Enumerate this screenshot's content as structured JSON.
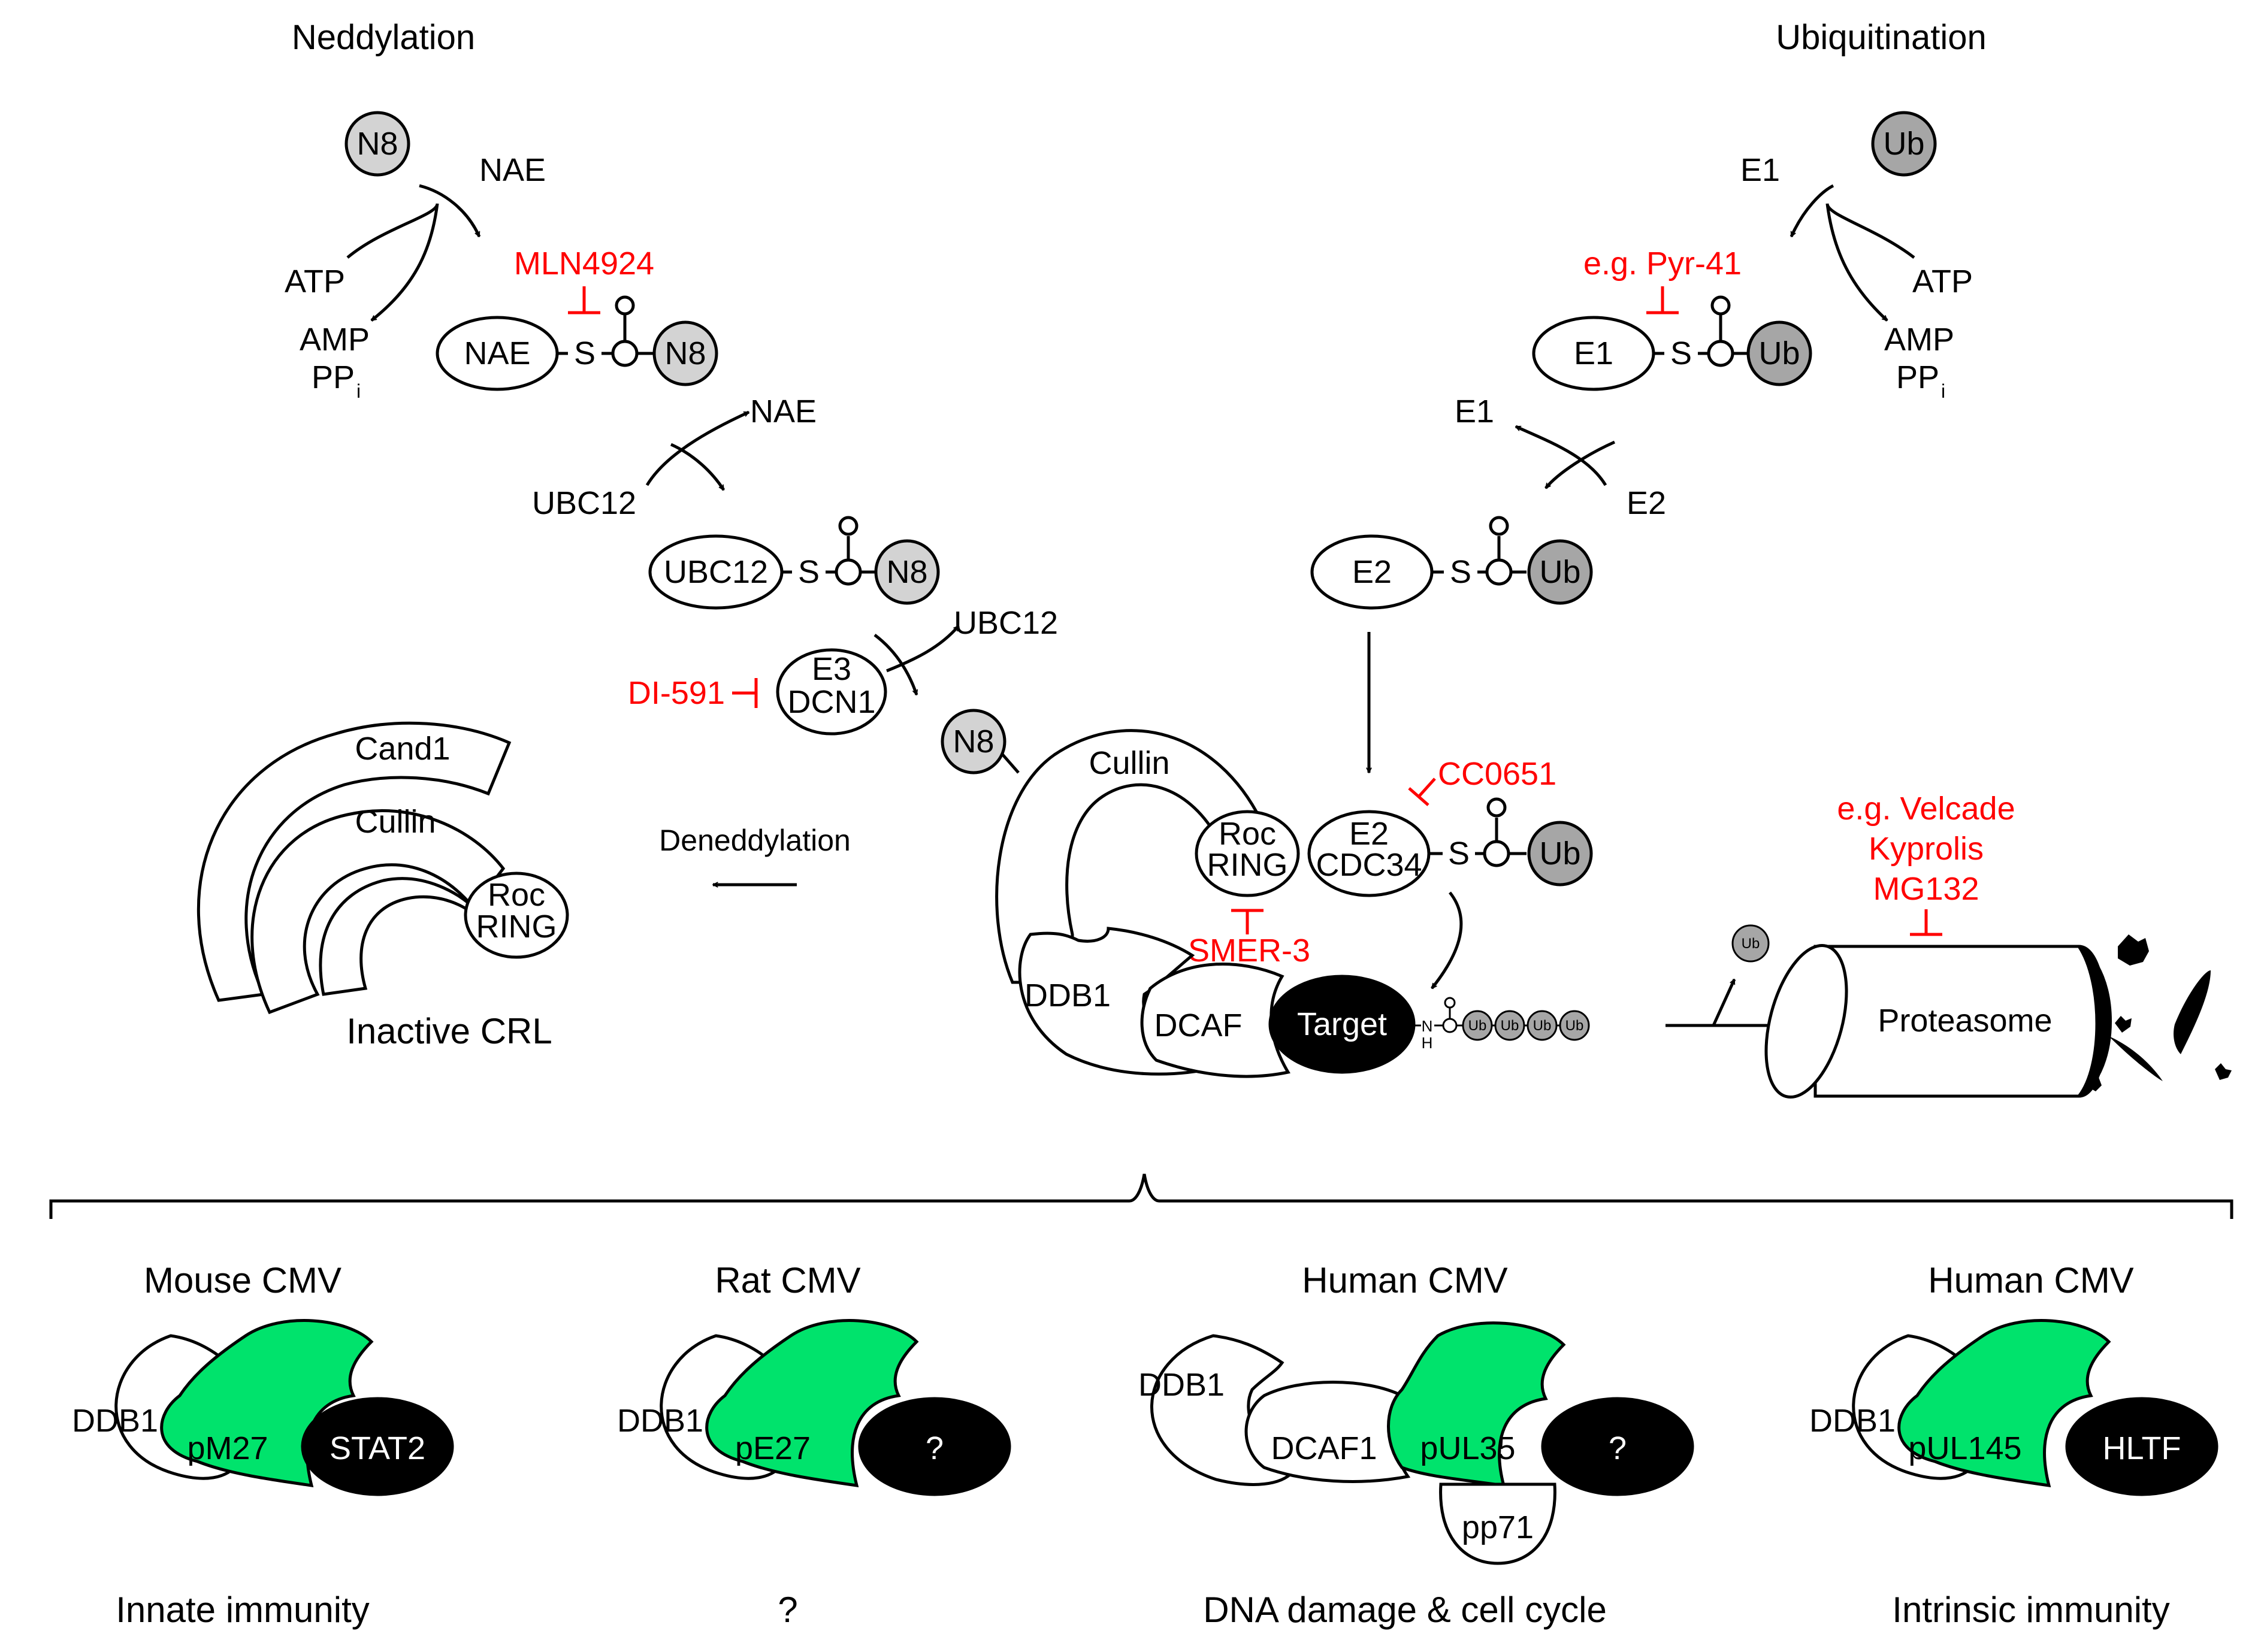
{
  "colors": {
    "stroke": "#000000",
    "inhibitor": "#ff0000",
    "nedd8": "#d3d3d3",
    "ubiquitin": "#a6a6a6",
    "viral_protein": "#00e36c",
    "target": "#000000"
  },
  "headings": {
    "neddylation": "Neddylation",
    "ubiquitination": "Ubiquitination"
  },
  "molecules": {
    "n8": "N8",
    "ub": "Ub",
    "nae": "NAE",
    "e1": "E1",
    "e2": "E2",
    "e3": "E3",
    "dcn1": "DCN1",
    "atp": "ATP",
    "amp": "AMP",
    "pp": "PP",
    "pp_sub": "i",
    "ubc12": "UBC12",
    "s_link": "S",
    "o_atom": "O",
    "cullin": "Cullin",
    "cand1": "Cand1",
    "roc": "Roc",
    "ring": "RING",
    "cdc34": "CDC34",
    "ddb1": "DDB1",
    "dcaf": "DCAF",
    "target": "Target",
    "n_atom": "N",
    "h_atom": "H",
    "proteasome": "Proteasome",
    "inactive_crl": "Inactive CRL",
    "deneddylation": "Deneddylation"
  },
  "inhibitors": {
    "mln4924": "MLN4924",
    "pyr41": "e.g. Pyr-41",
    "di591": "DI-591",
    "cc0651": "CC0651",
    "smer3": "SMER-3",
    "proteasome": [
      "e.g. Velcade",
      "Kyprolis",
      "MG132"
    ]
  },
  "viral_complexes": [
    {
      "virus": "Mouse CMV",
      "adaptor": "DDB1",
      "viral_protein": "pM27",
      "target": "STAT2",
      "function": "Innate immunity"
    },
    {
      "virus": "Rat CMV",
      "adaptor": "DDB1",
      "viral_protein": "pE27",
      "target": "?",
      "function": "?"
    },
    {
      "virus": "Human CMV",
      "adaptor": "DDB1",
      "cofactor": "DCAF1",
      "viral_protein": "pUL35",
      "partner": "pp71",
      "target": "?",
      "function": "DNA damage & cell cycle"
    },
    {
      "virus": "Human CMV",
      "adaptor": "DDB1",
      "viral_protein": "pUL145",
      "target": "HLTF",
      "function": "Intrinsic immunity"
    }
  ]
}
